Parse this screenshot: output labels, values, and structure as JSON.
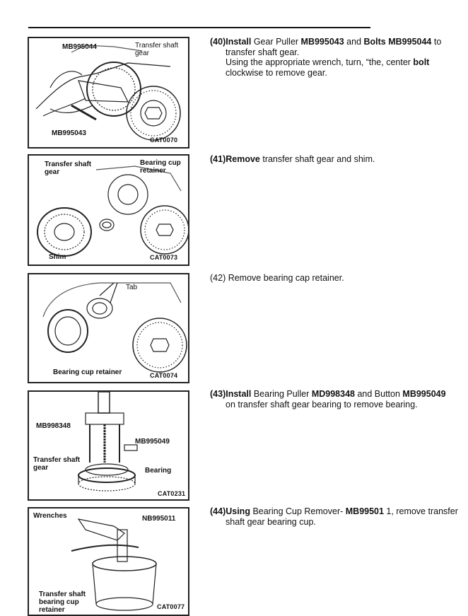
{
  "panels": [
    {
      "labels": {
        "tool_a": "MB995044",
        "part": "Transfer shaft",
        "part2": "gear",
        "tool_b": "MB995043"
      },
      "code": "CAT0070"
    },
    {
      "labels": {
        "part": "Transfer shaft",
        "part2": "gear",
        "retainer": "Bearing cup",
        "retainer2": "retainer",
        "shim": "Shim"
      },
      "code": "CAT0073"
    },
    {
      "labels": {
        "tab": "Tab",
        "retainer": "Bearing cup retainer"
      },
      "code": "CAT0074"
    },
    {
      "labels": {
        "puller": "MB998348",
        "button": "MB995049",
        "part": "Transfer shaft",
        "part2": "gear",
        "bearing": "Bearing"
      },
      "code": "CAT0231"
    },
    {
      "labels": {
        "wrenches": "Wrenches",
        "tool": "NB995011",
        "part": "Transfer shaft",
        "part2": "bearing cup",
        "part3": "retainer"
      },
      "code": "CAT0077"
    }
  ],
  "steps": [
    {
      "num": "(40)",
      "verb": "Install",
      "t1": " Gear Puller ",
      "b1": "MB995043",
      "t2": " and ",
      "b2": "Bolts MB995044",
      "t3": " to",
      "line2": "transfer shaft gear.",
      "line3a": "Using the appropriate wrench, turn, “the, center ",
      "line3b": "bolt",
      "line4": "clockwise to remove gear."
    },
    {
      "num": "(41)",
      "verb": "Remove",
      "t1": " transfer shaft gear and shim."
    },
    {
      "text": "(42) Remove bearing cap retainer."
    },
    {
      "num": "(43)",
      "verb": "Install",
      "t1": " Bearing Puller ",
      "b1": "MD998348",
      "t2": " and Button ",
      "b2": "MB995049",
      "line2": "on transfer shaft gear bearing to remove bearing."
    },
    {
      "num": "(44)",
      "verb": "Using",
      "t1": " Bearing Cup Remover- ",
      "b1": "MB99501",
      "t2": " 1, remove transfer",
      "line2": "shaft gear bearing cup."
    }
  ]
}
